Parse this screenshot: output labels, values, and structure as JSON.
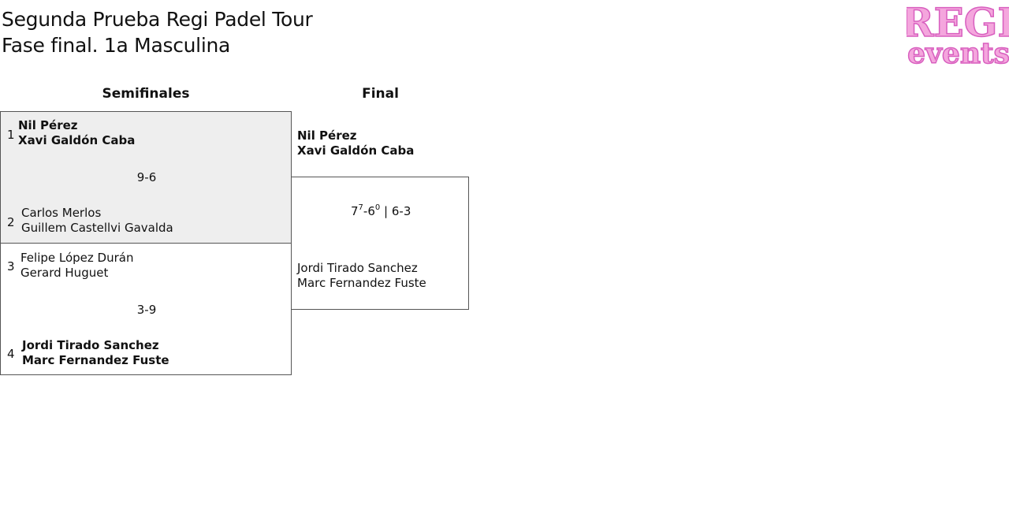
{
  "header": {
    "title_line1": "Segunda Prueba Regi Padel Tour",
    "title_line2": "Fase final. 1a Masculina"
  },
  "logo": {
    "line1": "REGI",
    "line2": "events",
    "color": "#e87fcf"
  },
  "columns": {
    "semis": "Semifinales",
    "final": "Final"
  },
  "semifinals": [
    {
      "score": "9-6",
      "team_a": {
        "seed": "1",
        "player1": "Nil Pérez",
        "player2": "Xavi Galdón Caba",
        "winner": true
      },
      "team_b": {
        "seed": "2",
        "player1": "Carlos Merlos",
        "player2": "Guillem Castellvi Gavalda",
        "winner": false
      }
    },
    {
      "score": "3-9",
      "team_a": {
        "seed": "3",
        "player1": "Felipe López Durán",
        "player2": "Gerard Huguet",
        "winner": false
      },
      "team_b": {
        "seed": "4",
        "player1": "Jordi Tirado Sanchez",
        "player2": "Marc Fernandez Fuste",
        "winner": true
      }
    }
  ],
  "final": {
    "team_a": {
      "player1": "Nil Pérez",
      "player2": "Xavi Galdón Caba",
      "winner": true
    },
    "team_b": {
      "player1": "Jordi Tirado Sanchez",
      "player2": "Marc Fernandez Fuste",
      "winner": false
    },
    "score": {
      "set1_a": "7",
      "set1_a_tb": "7",
      "set1_b": "6",
      "set1_b_tb": "0",
      "set2": "6-3"
    }
  }
}
